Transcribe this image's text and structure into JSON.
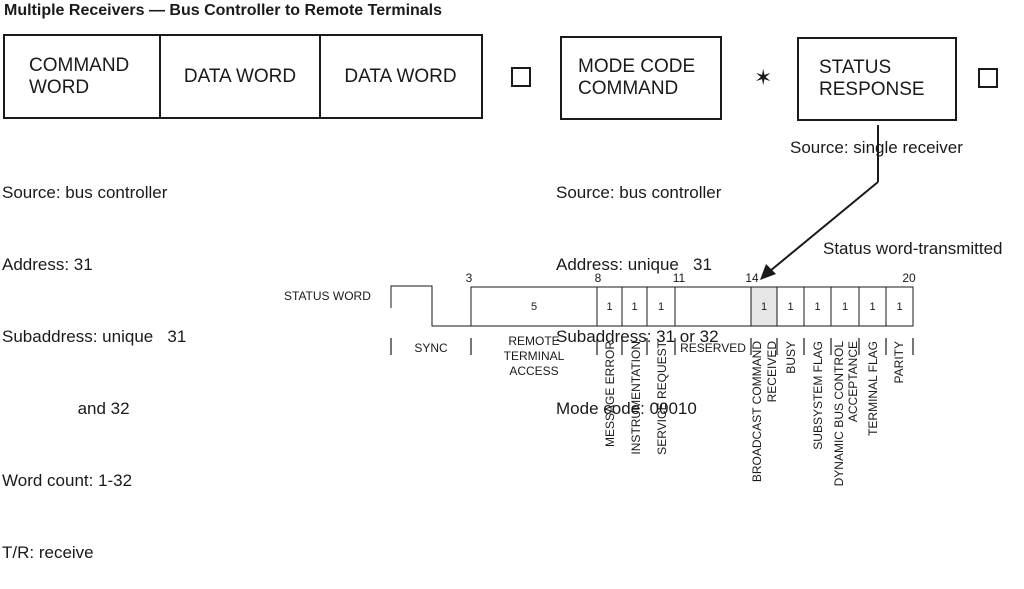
{
  "title": "Multiple Receivers — Bus Controller to Remote Terminals",
  "message_words": [
    {
      "label": "COMMAND\nWORD"
    },
    {
      "label": "DATA WORD"
    },
    {
      "label": "DATA WORD"
    }
  ],
  "mode_code_label": "MODE CODE\nCOMMAND",
  "status_response_label": "STATUS\nRESPONSE",
  "star_glyph": "✶",
  "command_source_lines": [
    "Source: bus controller",
    "Address: 31",
    "Subaddress: unique   31",
    "                and 32",
    "Word count: 1-32",
    "T/R: receive"
  ],
  "mode_source_lines": [
    "Source: bus controller",
    "Address: unique   31",
    "Subaddress: 31 or 32",
    "Mode code: 00010"
  ],
  "status_source": "Source: single receiver",
  "status_word_transmitted": "Status word-transmitted",
  "status_word": {
    "label": "STATUS WORD",
    "bit_numbers": [
      "3",
      "8",
      "11",
      "14",
      "20"
    ],
    "fields": [
      {
        "name": "SYNC",
        "value": ""
      },
      {
        "name": "REMOTE\nTERMINAL\nACCESS",
        "value": "5"
      },
      {
        "name": "MESSAGE ERROR",
        "value": "1"
      },
      {
        "name": "INSTRUMENTATION",
        "value": "1"
      },
      {
        "name": "SERVICE REQUEST",
        "value": "1"
      },
      {
        "name": "RESERVED",
        "value": ""
      },
      {
        "name": "BROADCAST COMMAND\nRECEIVED",
        "value": "1",
        "highlight_color": "#e6e6e6"
      },
      {
        "name": "BUSY",
        "value": "1"
      },
      {
        "name": "SUBSYSTEM FLAG",
        "value": "1"
      },
      {
        "name": "DYNAMIC BUS CONTROL\nACCEPTANCE",
        "value": "1"
      },
      {
        "name": "TERMINAL FLAG",
        "value": "1"
      },
      {
        "name": "PARITY",
        "value": "1"
      }
    ]
  }
}
